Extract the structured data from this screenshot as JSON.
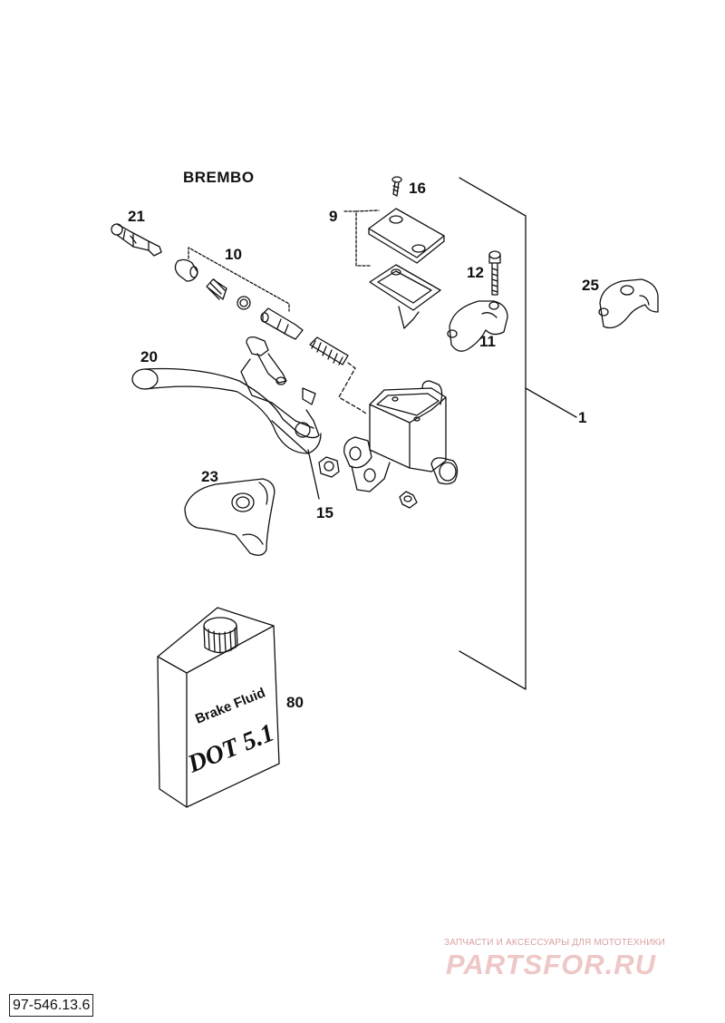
{
  "brand": "BREMBO",
  "callouts": {
    "c1": "1",
    "c9": "9",
    "c10": "10",
    "c11": "11",
    "c12": "12",
    "c15": "15",
    "c16": "16",
    "c20": "20",
    "c21": "21",
    "c23": "23",
    "c25": "25",
    "c80": "80"
  },
  "bottle": {
    "line1": "Brake Fluid",
    "line2": "DOT 5.1"
  },
  "watermark": {
    "top": "ЗАПЧАСТИ И АКСЕССУАРЫ ДЛЯ МОТОТЕХНИКИ",
    "logo": "PARTSFOR.RU"
  },
  "document_number": "97-546.13.6"
}
